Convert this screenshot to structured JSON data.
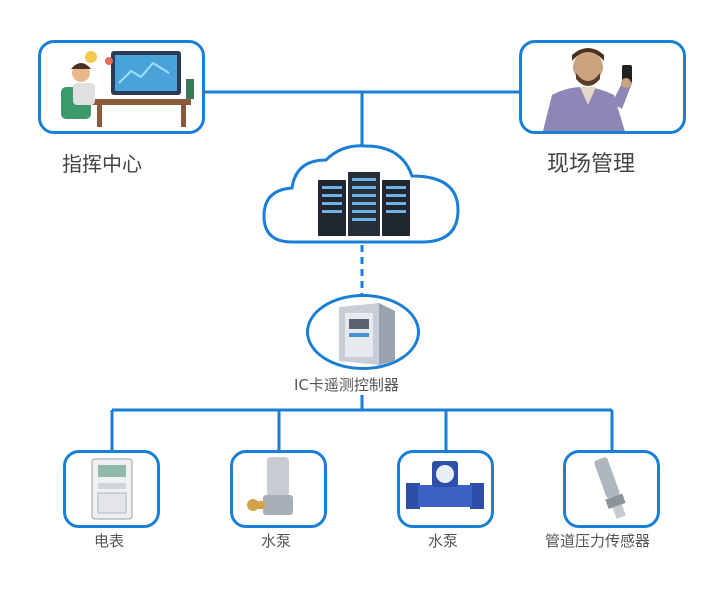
{
  "nodes": {
    "command_center": {
      "label": "指挥中心",
      "icon": "office-worker-icon"
    },
    "field_management": {
      "label": "现场管理",
      "icon": "man-with-phone-icon"
    },
    "cloud": {
      "icon": "server-rack-icon"
    },
    "controller": {
      "label": "IC卡遥测控制器",
      "icon": "control-cabinet-icon"
    },
    "devices": [
      {
        "label": "电表",
        "icon": "electric-meter-icon"
      },
      {
        "label": "水泵",
        "icon": "submersible-pump-icon"
      },
      {
        "label": "水泵",
        "icon": "water-meter-icon"
      },
      {
        "label": "管道压力传感器",
        "icon": "pressure-sensor-icon"
      }
    ]
  },
  "colors": {
    "accent": "#1a7fd4"
  }
}
